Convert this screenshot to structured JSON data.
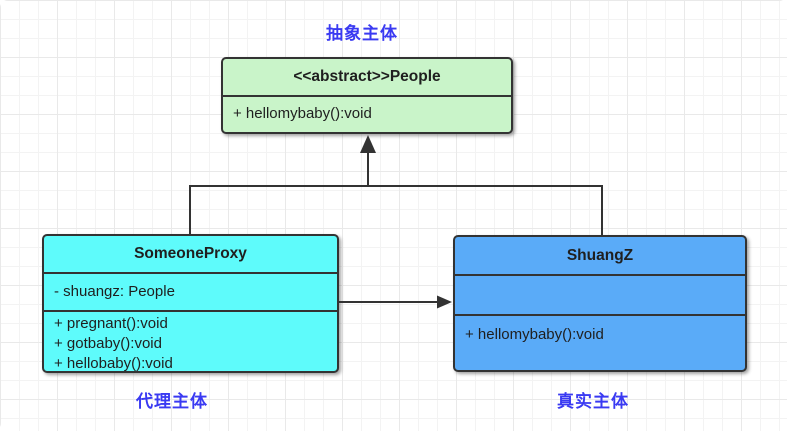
{
  "diagram": {
    "annotations": {
      "abstract_subject": "抽象主体",
      "proxy_subject": "代理主体",
      "real_subject": "真实主体"
    },
    "classes": {
      "people": {
        "title": "<<abstract>>People",
        "methods": [
          "+ hellomybaby():void"
        ],
        "fill": "#c9f4c9"
      },
      "someone_proxy": {
        "title": "SomeoneProxy",
        "attributes": [
          "- shuangz: People"
        ],
        "methods": [
          "+ pregnant():void",
          "+ gotbaby():void",
          "+ hellobaby():void"
        ],
        "fill": "#5efbfb"
      },
      "shuangz": {
        "title": "ShuangZ",
        "attributes": [],
        "methods": [
          "+ hellomybaby():void"
        ],
        "fill": "#5aabf8"
      }
    },
    "relations": [
      {
        "type": "generalization",
        "from": "SomeoneProxy",
        "to": "<<abstract>>People"
      },
      {
        "type": "generalization",
        "from": "ShuangZ",
        "to": "<<abstract>>People"
      },
      {
        "type": "association",
        "from": "SomeoneProxy",
        "to": "ShuangZ"
      }
    ],
    "colors": {
      "annotation_text": "#3a3af2",
      "border": "#333333",
      "body_text": "#1f1f1f",
      "background": "#ffffff",
      "grid_line": "#f3f3f3"
    }
  }
}
